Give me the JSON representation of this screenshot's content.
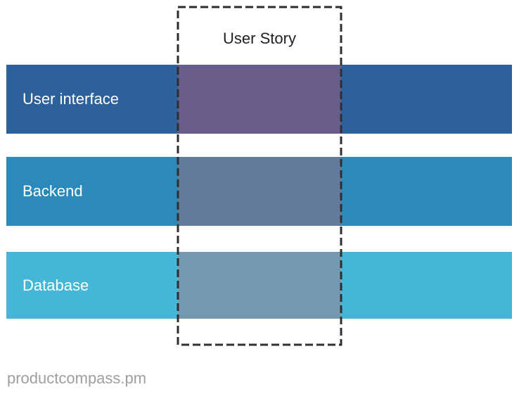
{
  "diagram": {
    "user_story_box": {
      "label": "User Story",
      "border_color": "#2e2e2e",
      "label_color": "#212121"
    },
    "layers": [
      {
        "label": "User interface",
        "color": "#2d619c",
        "overlap_color": "#695d8b"
      },
      {
        "label": "Backend",
        "color": "#2c8abb",
        "overlap_color": "#647a9d"
      },
      {
        "label": "Database",
        "color": "#44b6d8",
        "overlap_color": "#7499af"
      }
    ],
    "footer": {
      "text": "productcompass.pm",
      "color": "#9e9e9e"
    }
  }
}
